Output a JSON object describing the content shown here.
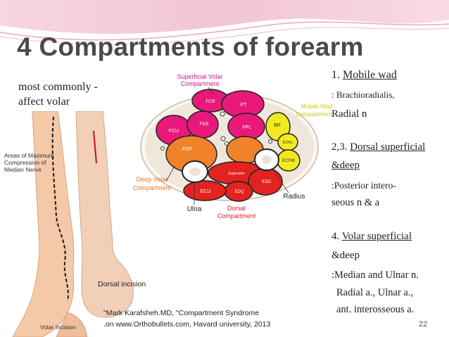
{
  "slide": {
    "title": "4 Compartments of forearm",
    "note": [
      "most commonly -",
      "affect volar"
    ],
    "page_number": "22",
    "colors": {
      "banner_pink": "#f2c5d3",
      "title_gray": "#4a4a4a",
      "volar_superficial_magenta": "#e8197b",
      "deep_volar_orange": "#f0822a",
      "mobile_wad_yellow": "#f2ea1f",
      "dorsal_red": "#e3231f",
      "label_magenta": "#d1168a",
      "label_orange": "#e5771f",
      "label_yellow": "#d6c800",
      "label_red": "#d81f26"
    }
  },
  "arm_figure": {
    "maximum_compression_label": [
      "Areas of Maximum",
      "Compression of",
      "Median Nerve"
    ],
    "volar_incision_label": "Volar Incision",
    "dorsal_incision_label": "Dorsal incision"
  },
  "cross_section": {
    "superficial_volar": [
      "Superficial Volar",
      "Compartment"
    ],
    "mobile_wad": [
      "Mobile Wad",
      "Compartment"
    ],
    "deep_volar": [
      "Deep Volar",
      "Compartment"
    ],
    "dorsal": [
      "Dorsal",
      "Compartment"
    ],
    "ulna": "Ulna",
    "radius": "Radius",
    "muscles": {
      "fcr": "FCR",
      "pt": "PT",
      "fcu": "FCU",
      "fds": "FDS",
      "fpl": "FPL",
      "br": "BR",
      "ecrl": "ECRL",
      "ecrb": "ECRB",
      "fdp": "FDP",
      "supinator": "Supinator",
      "edc": "EDC",
      "edq": "EDQ",
      "ecu": "ECU"
    }
  },
  "compartment_list": {
    "mobile_wad": {
      "number": "1. ",
      "name": "Mobile wad ",
      "muscles": ": Brachioradialis,",
      "nerve": "Radial n"
    },
    "dorsal": {
      "number": "2,3. ",
      "name": "Dorsal superficial",
      "name2": "&deep ",
      "supply_line1": ":Posterior intero-",
      "supply_line2": "seous n & a"
    },
    "volar": {
      "number": "4. ",
      "name": "Volar superficial",
      "name2": "&deep",
      "supply_line1": ":Median and Ulnar n.",
      "supply_line2": "Radial a., Ulnar a.,",
      "supply_line3": "ant. interosseous a."
    }
  },
  "citation": [
    "\"Mark Karafsheh.MD, \"Compartment Syndrome",
    ".on www.Orthobullets.com, Havard university, 2013"
  ]
}
